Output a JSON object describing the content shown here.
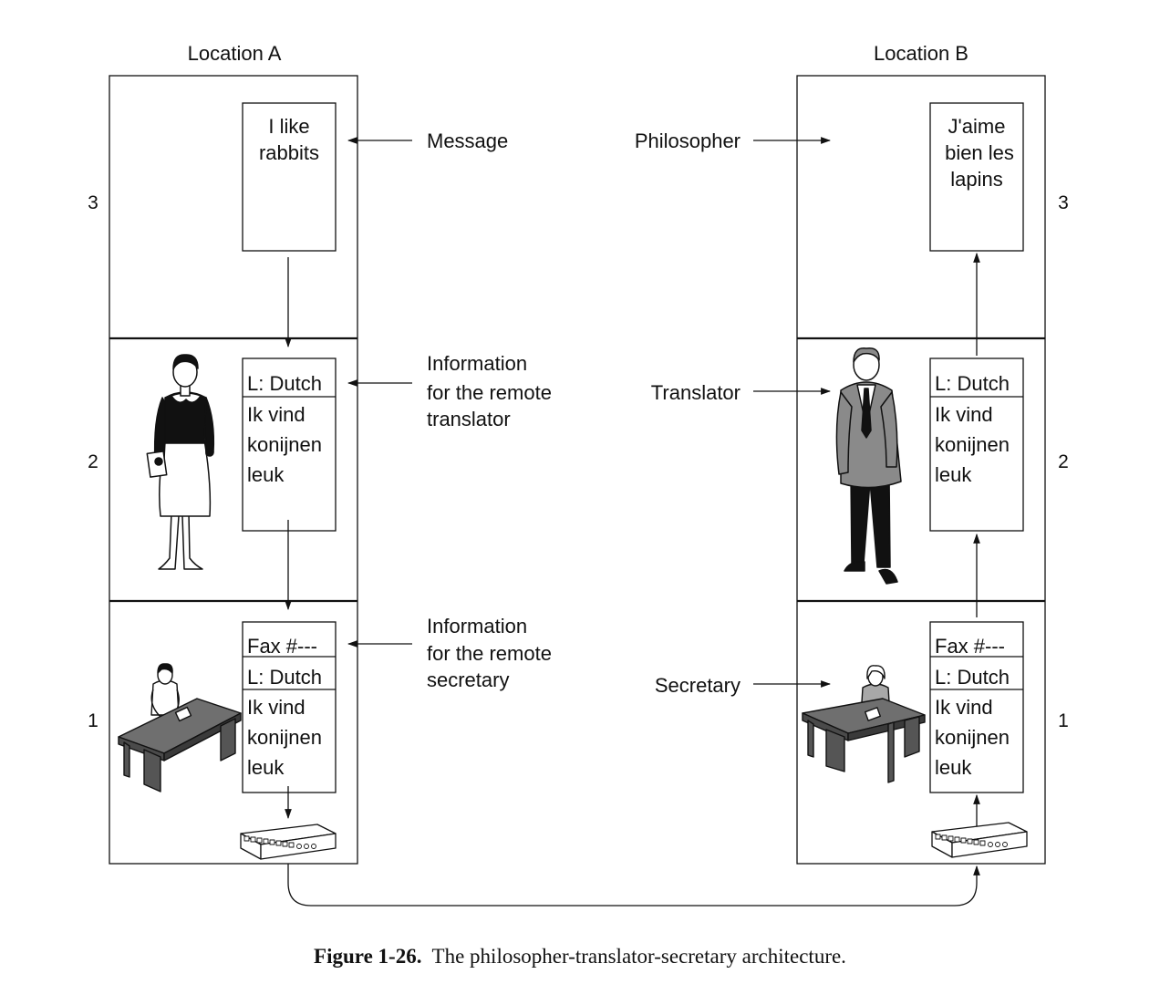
{
  "locations": {
    "a": "Location A",
    "b": "Location B"
  },
  "layer_numbers": {
    "top": "3",
    "middle": "2",
    "bottom": "1"
  },
  "annotations": {
    "message": "Message",
    "info_translator": [
      "Information",
      "for the remote",
      "translator"
    ],
    "info_secretary": [
      "Information",
      "for the remote",
      "secretary"
    ],
    "philosopher": "Philosopher",
    "translator": "Translator",
    "secretary": "Secretary"
  },
  "documents": {
    "a_message": [
      "I like",
      "rabbits"
    ],
    "b_message": [
      "J'aime",
      "bien les",
      "lapins"
    ],
    "language_header": "L: Dutch",
    "dutch_text": [
      "Ik vind",
      "konijnen",
      "leuk"
    ],
    "fax_header": "Fax #---"
  },
  "caption": {
    "label": "Figure 1-26.",
    "text": "The philosopher-translator-secretary architecture."
  },
  "icons": [
    "female-translator-figure",
    "male-translator-figure",
    "secretary-at-desk-figure",
    "fax-machine-icon"
  ],
  "colors": {
    "ink": "#111111",
    "desk_gray": "#6f6f6f",
    "suit_gray": "#8a8a8a"
  }
}
